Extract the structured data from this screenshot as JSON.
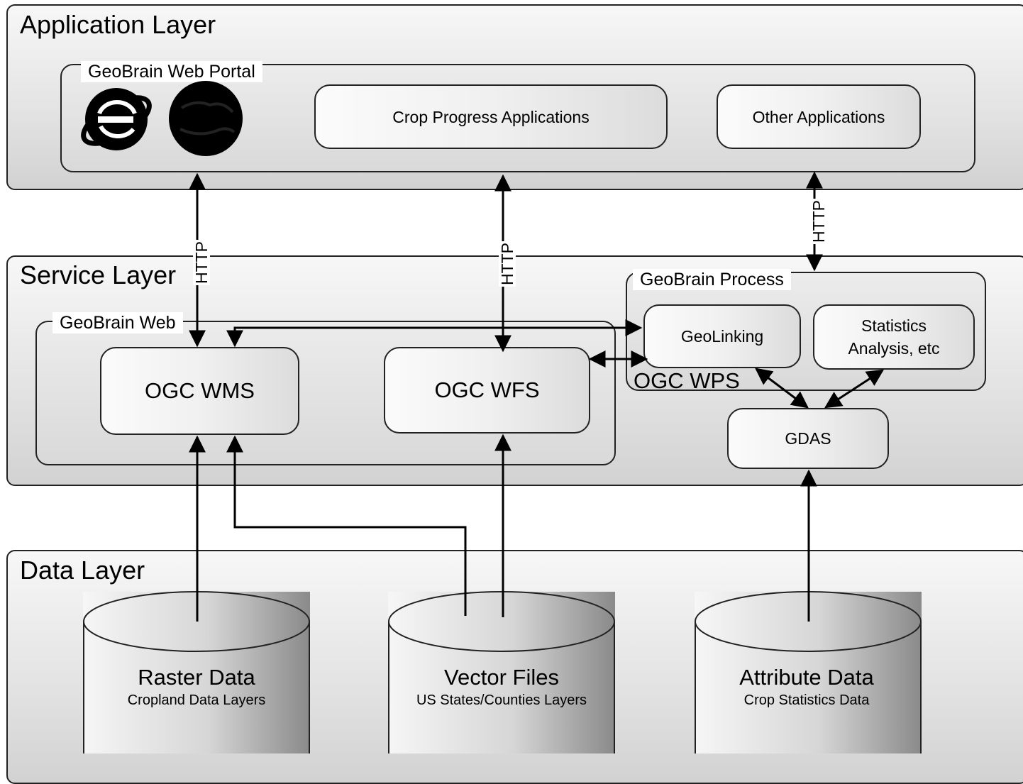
{
  "application_layer": {
    "title": "Application Layer",
    "portal": {
      "title": "GeoBrain Web Portal",
      "icons": [
        "internet-explorer-icon",
        "browser-globe-icon"
      ]
    },
    "crop_progress": "Crop Progress Applications",
    "other_apps": "Other Applications"
  },
  "connectors": {
    "http_label": "HTTP"
  },
  "service_layer": {
    "title": "Service Layer",
    "geobrain_web": {
      "title": "GeoBrain Web",
      "wms": "OGC WMS",
      "wfs": "OGC WFS"
    },
    "geobrain_process": {
      "title": "GeoBrain Process",
      "geolinking": "GeoLinking",
      "statistics_line1": "Statistics",
      "statistics_line2": "Analysis,  etc",
      "wps_label": "OGC WPS"
    },
    "gdas": "GDAS"
  },
  "data_layer": {
    "title": "Data Layer",
    "raster": {
      "title": "Raster Data",
      "subtitle": "Cropland Data Layers"
    },
    "vector": {
      "title": "Vector Files",
      "subtitle": "US States/Counties Layers"
    },
    "attribute": {
      "title": "Attribute Data",
      "subtitle": "Crop Statistics Data"
    }
  }
}
